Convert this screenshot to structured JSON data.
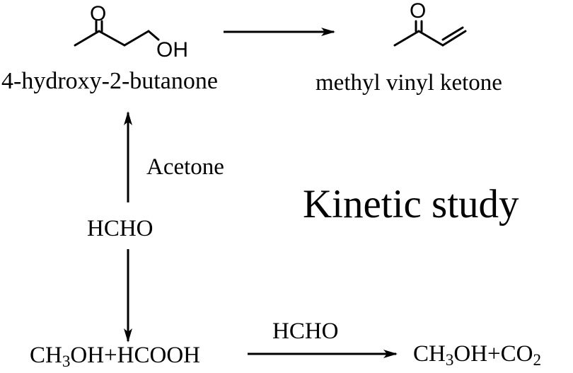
{
  "molecules": {
    "hydroxybutanone": {
      "name": "4-hydroxy-2-butanone",
      "atom_o": "O",
      "atom_oh": "OH"
    },
    "mvk": {
      "name": "methyl vinyl ketone",
      "atom_o": "O"
    }
  },
  "reagents": {
    "acetone": "Acetone",
    "hcho_center": "HCHO",
    "hcho_bottom": "HCHO"
  },
  "products": {
    "left_part1": "CH",
    "left_sub1": "3",
    "left_part2": "OH+HCOOH",
    "right_part1": "CH",
    "right_sub1": "3",
    "right_part2": "OH+CO",
    "right_sub2": "2"
  },
  "headline": "Kinetic study",
  "colors": {
    "ink": "#000000",
    "background": "#ffffff"
  }
}
